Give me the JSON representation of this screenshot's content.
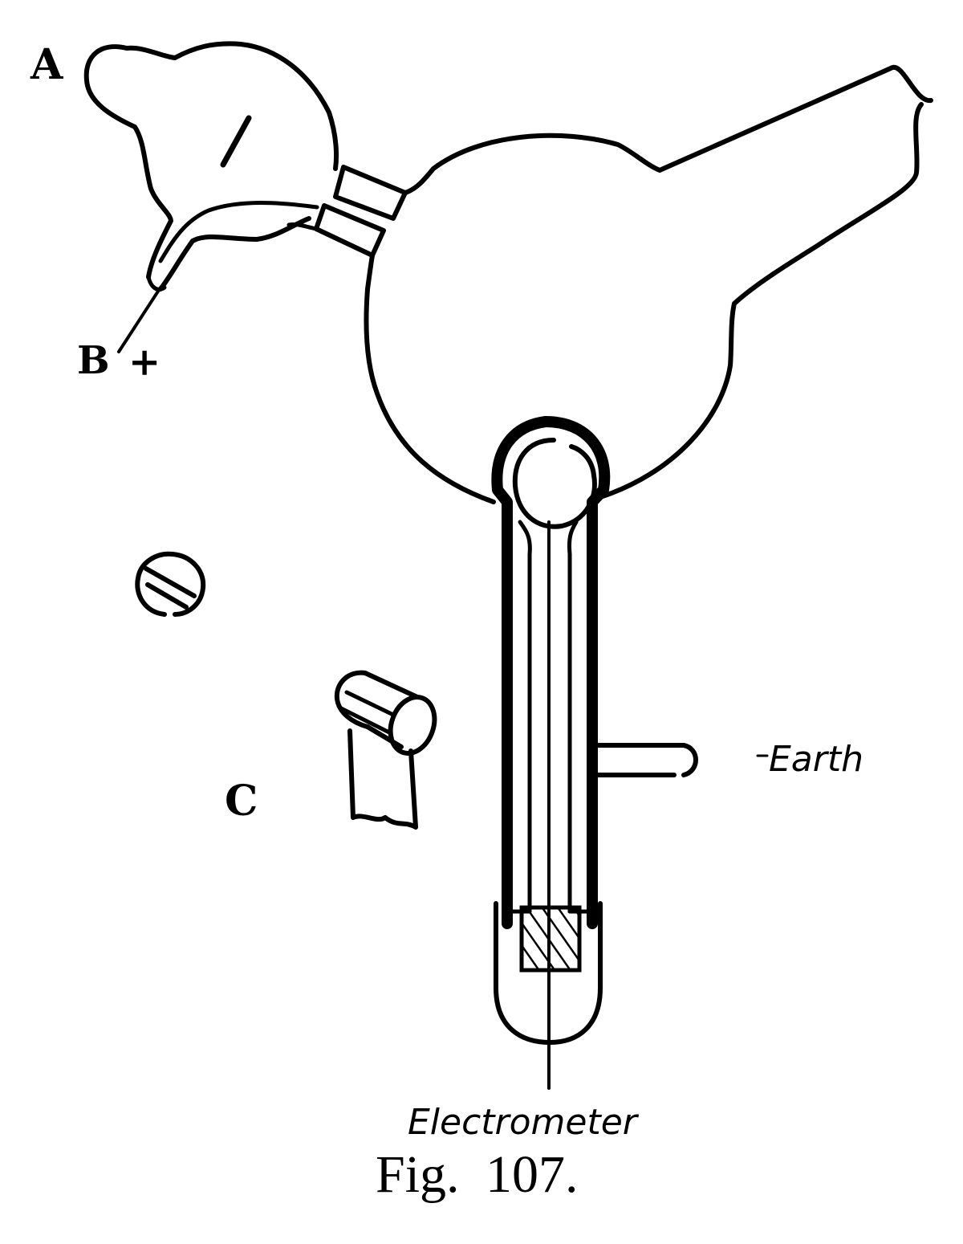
{
  "labels": {
    "a": "A",
    "b": "B",
    "b_sign": "+",
    "c": "C",
    "earth": "Earth",
    "electrometer": "Electrometer"
  },
  "caption": {
    "fig": "Fig.",
    "number": "107."
  },
  "colors": {
    "ink": "#000000",
    "paper": "#ffffff"
  }
}
